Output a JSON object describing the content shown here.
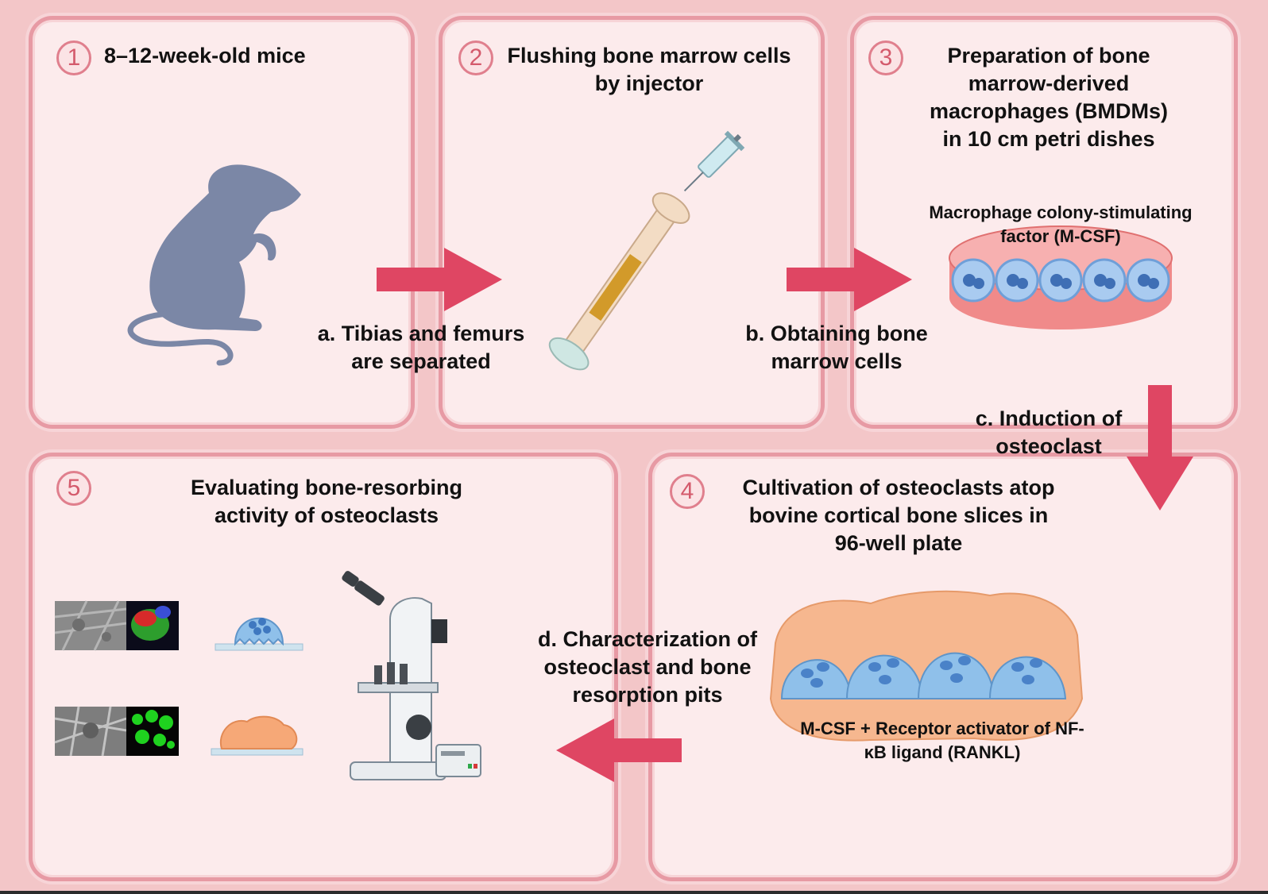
{
  "colors": {
    "background": "#f3c6c8",
    "panel_fill": "#fcebec",
    "panel_border": "#e79aa4",
    "arrow": "#df4663",
    "mouse": "#7b87a6",
    "cell": "#6fa8dc",
    "bone_tissue": "#f5b78f",
    "dish": "#f08a8a"
  },
  "panels": [
    {
      "number": "1",
      "title": "8–12-week-old mice"
    },
    {
      "number": "2",
      "title": "Flushing bone marrow cells by injector"
    },
    {
      "number": "3",
      "title": "Preparation of bone marrow-derived macrophages (BMDMs) in 10 cm petri dishes"
    },
    {
      "number": "4",
      "title": "Cultivation of osteoclasts atop bovine cortical bone slices in 96-well plate"
    },
    {
      "number": "5",
      "title": "Evaluating bone-resorbing activity of osteoclasts"
    }
  ],
  "steps": {
    "a": "a. Tibias and femurs are separated",
    "b": "b. Obtaining bone marrow cells",
    "c": "c. Induction of osteoclast",
    "d": "d. Characterization of osteoclast and bone resorption pits"
  },
  "labels": {
    "mcsf": "Macrophage colony-stimulating factor (M-CSF)",
    "rankl": "M-CSF + Receptor activator of NF-κB ligand (RANKL)"
  },
  "icons": [
    "mouse-icon",
    "bone-icon",
    "syringe-icon",
    "petri-dish-icon",
    "bone-slice-icon",
    "osteoclast-icon",
    "microscope-icon",
    "resorption-pit-icon",
    "sem-image-icon",
    "fluorescence-image-icon"
  ]
}
